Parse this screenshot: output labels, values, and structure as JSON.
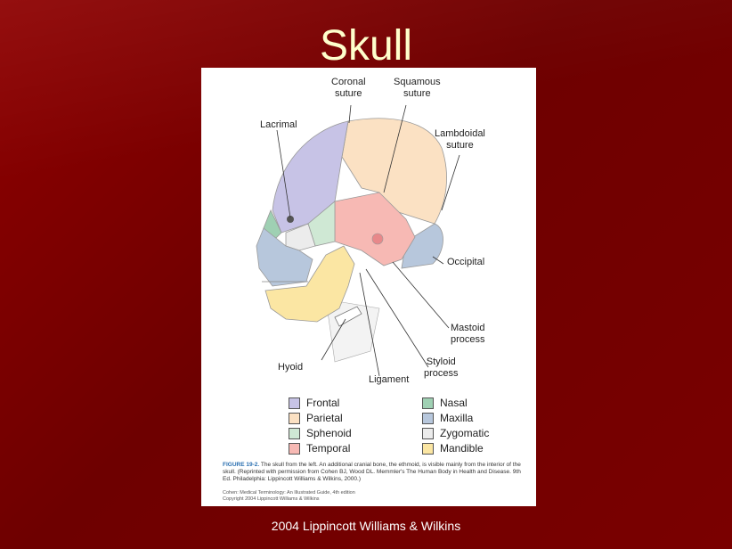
{
  "slide": {
    "title": "Skull",
    "footer": "2004 Lippincott Williams & Wilkins"
  },
  "figure": {
    "labels": {
      "coronal_suture": "Coronal\nsuture",
      "squamous_suture": "Squamous\nsuture",
      "lacrimal": "Lacrimal",
      "lambdoidal_suture": "Lambdoidal\nsuture",
      "occipital": "Occipital",
      "mastoid_process": "Mastoid\nprocess",
      "styloid_process": "Styloid\nprocess",
      "hyoid": "Hyoid",
      "ligament": "Ligament"
    },
    "legend": [
      {
        "label": "Frontal",
        "color": "#c7c3e6"
      },
      {
        "label": "Parietal",
        "color": "#fbe1c3"
      },
      {
        "label": "Sphenoid",
        "color": "#cfe8d4"
      },
      {
        "label": "Temporal",
        "color": "#f7b9b4"
      },
      {
        "label": "Nasal",
        "color": "#9fd0b3"
      },
      {
        "label": "Maxilla",
        "color": "#b7c7dc"
      },
      {
        "label": "Zygomatic",
        "color": "#ececec"
      },
      {
        "label": "Mandible",
        "color": "#fbe6a3"
      }
    ],
    "caption": {
      "label": "FIGURE 19-2.",
      "text": "The skull from the left. An additional cranial bone, the ethmoid, is visible mainly from the interior of the skull. (Reprinted with permission from Cohen BJ, Wood DL. Memmler's The Human Body in Health and Disease. 9th Ed. Philadelphia: Lippincott Williams & Wilkins, 2000.)"
    },
    "credit": {
      "line1": "Cohen: Medical Terminology: An Illustrated Guide, 4th edition",
      "line2": "Copyright 2004 Lippincott Williams & Wilkins"
    }
  }
}
